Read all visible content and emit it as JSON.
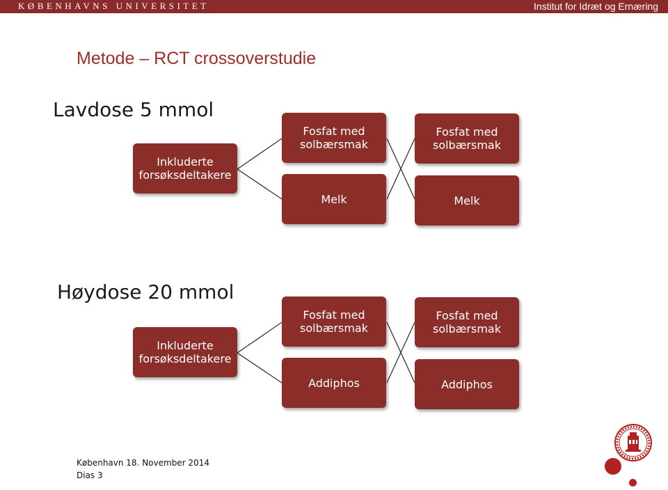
{
  "header": {
    "university": "KØBENHAVNS UNIVERSITET",
    "institute": "Institut for Idræt og Ernæring"
  },
  "slide": {
    "title": "Metode – RCT crossoverstudie"
  },
  "low_dose": {
    "heading": "Lavdose 5 mmol",
    "start_box": "Inkluderte\nforsøksdeltakere",
    "period1_top": "Fosfat med\nsolbærsmak",
    "period1_bottom": "Melk",
    "period2_top": "Fosfat med\nsolbærsmak",
    "period2_bottom": "Melk"
  },
  "high_dose": {
    "heading": "Høydose 20 mmol",
    "start_box": "Inkluderte\nforsøksdeltakere",
    "period1_top": "Fosfat med\nsolbærsmak",
    "period1_bottom": "Addiphos",
    "period2_top": "Fosfat med\nsolbærsmak",
    "period2_bottom": "Addiphos"
  },
  "footer": {
    "place_date": "København 18. November 2014",
    "slide_number": "Dias 3"
  },
  "colors": {
    "brand": "#8b2a2a",
    "box": "#8b2d28",
    "title": "#9b2e28",
    "dot": "#b22222"
  },
  "logo": {
    "icon": "university-seal-icon"
  }
}
